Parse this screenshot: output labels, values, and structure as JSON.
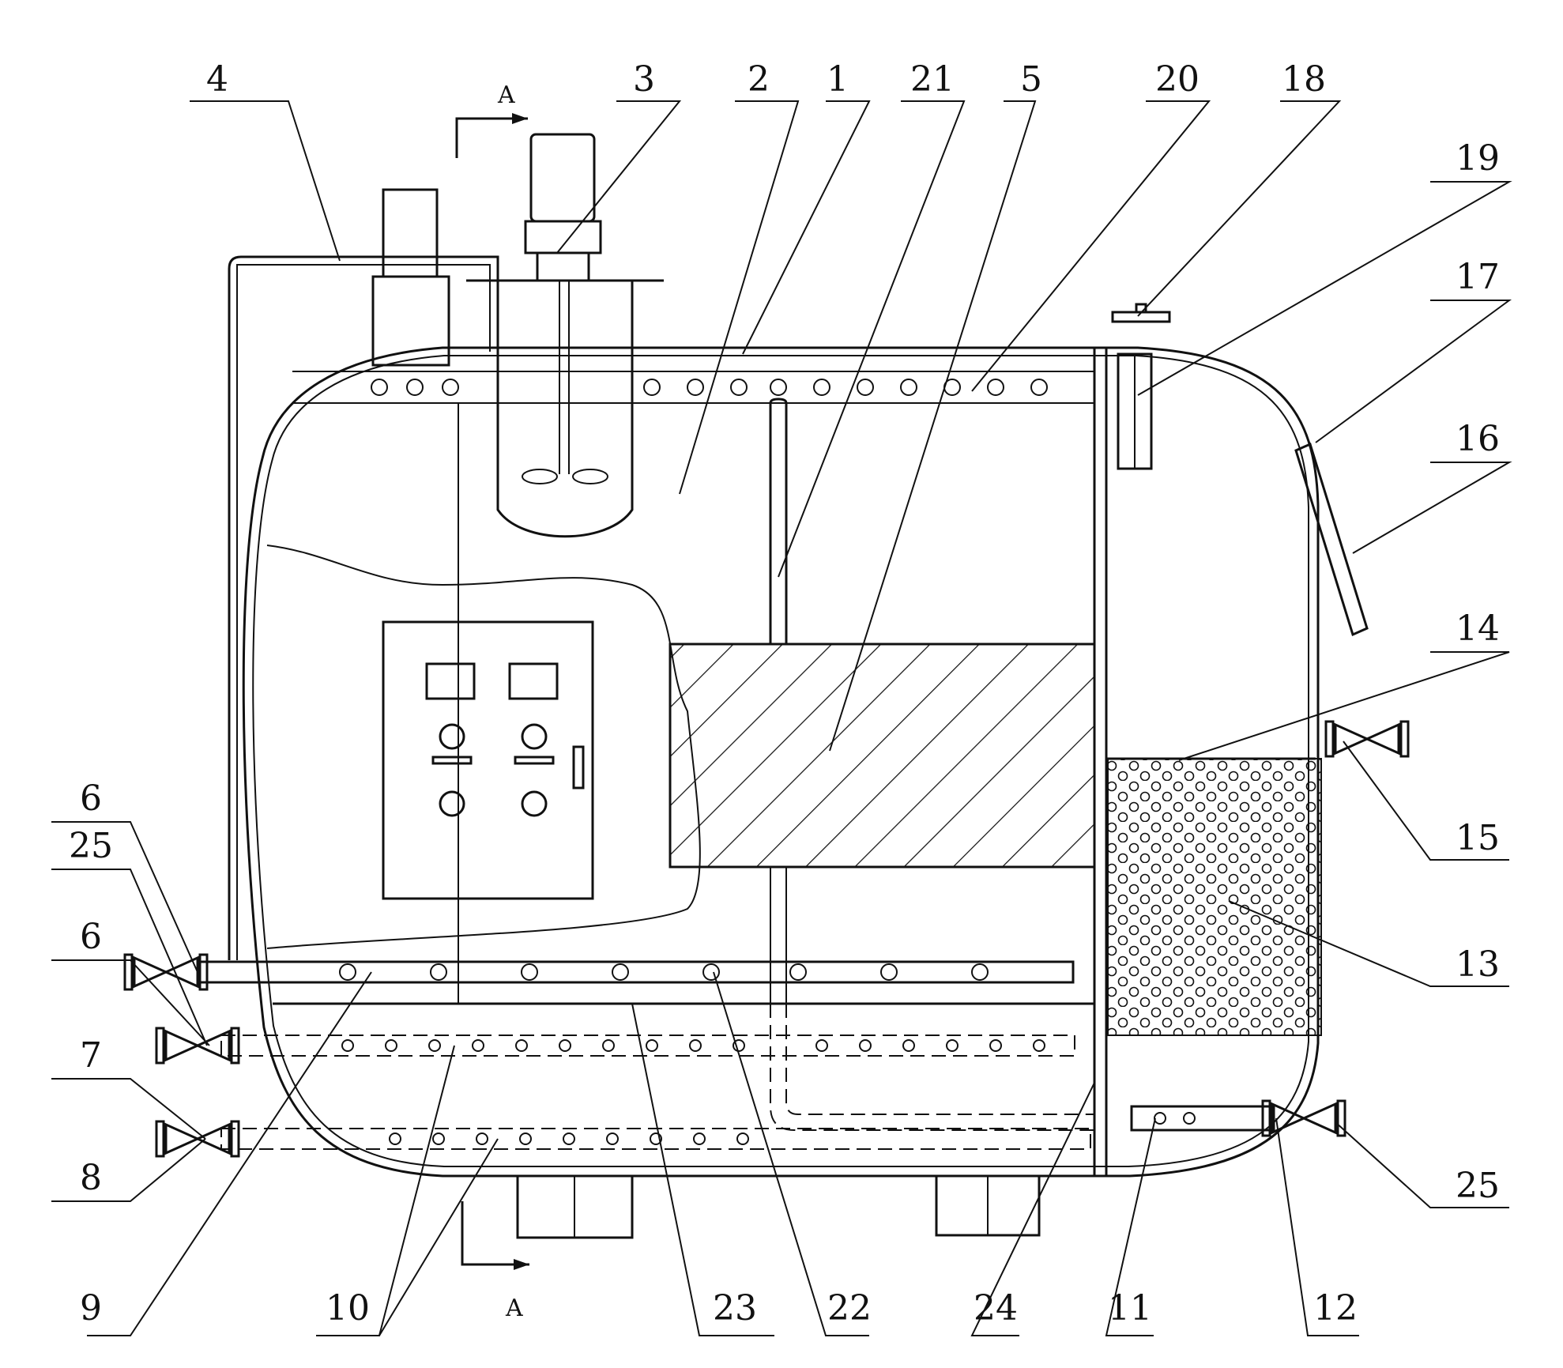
{
  "diagram": {
    "section_marker": "A",
    "labels": [
      "1",
      "2",
      "3",
      "4",
      "5",
      "6",
      "7",
      "8",
      "9",
      "10",
      "11",
      "12",
      "13",
      "14",
      "15",
      "16",
      "17",
      "18",
      "19",
      "20",
      "21",
      "22",
      "23",
      "24",
      "25"
    ]
  }
}
